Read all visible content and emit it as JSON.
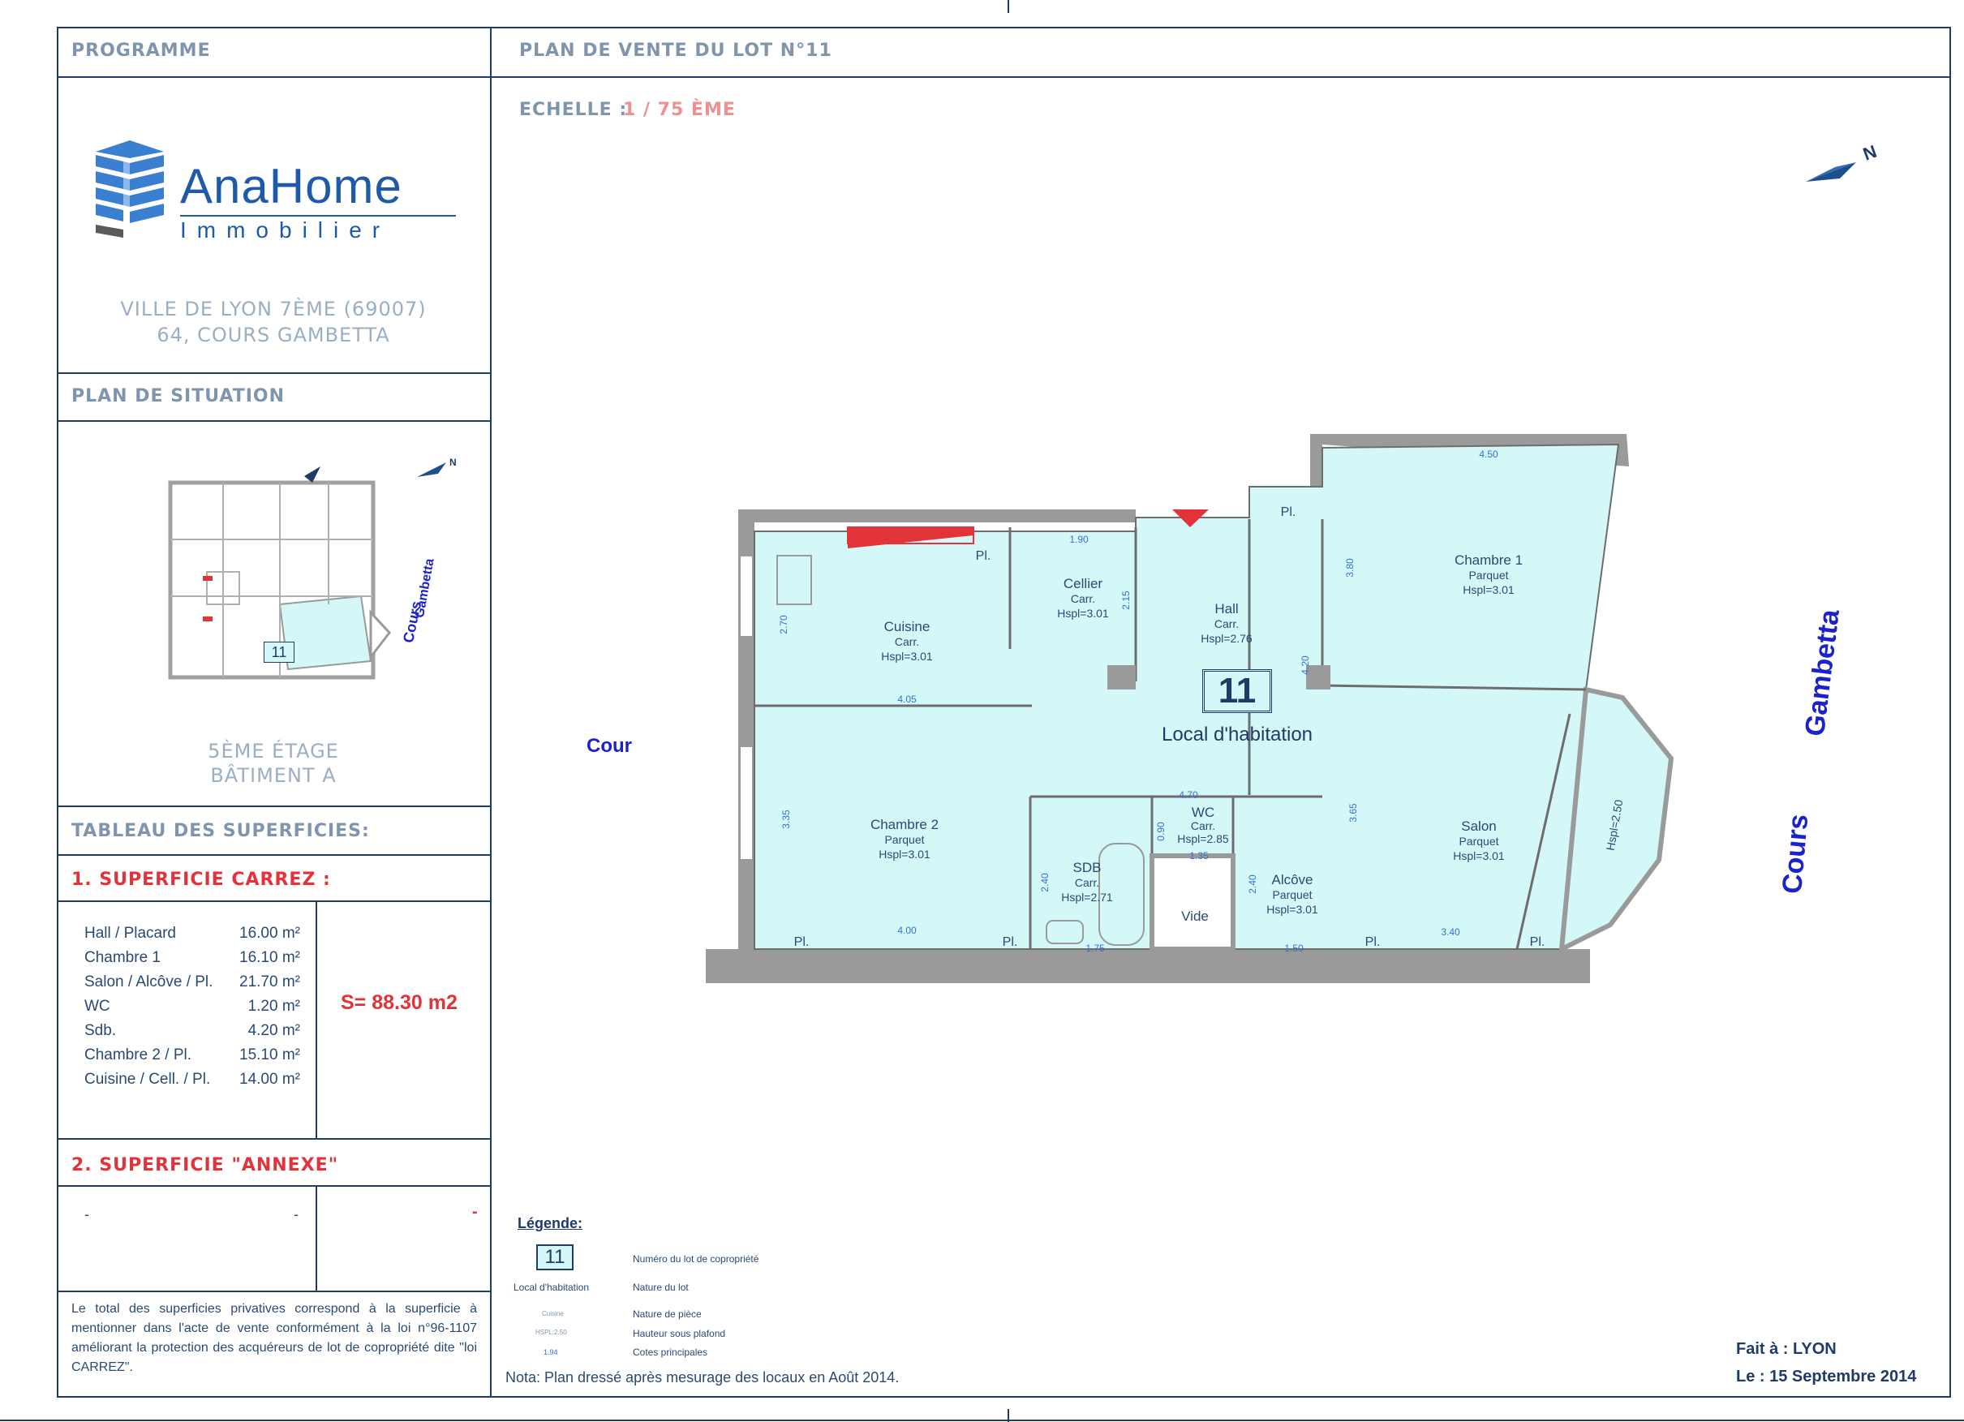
{
  "header": {
    "programme": "PROGRAMME",
    "plan_title": "PLAN DE VENTE DU LOT N°11",
    "echelle_label": "ECHELLE :",
    "echelle_value": "1 / 75 ÈME"
  },
  "logo": {
    "brand": "AnaHome",
    "sub": "Immobilier"
  },
  "address": {
    "line1": "VILLE DE LYON 7ÈME (69007)",
    "line2": "64, COURS GAMBETTA"
  },
  "situation": {
    "title": "PLAN DE SITUATION",
    "floor": "5ÈME ÉTAGE",
    "building": "BÂTIMENT A",
    "lot": "11",
    "street1": "Cours",
    "street2": "Gambetta"
  },
  "tableau": {
    "title": "TABLEAU DES SUPERFICIES:"
  },
  "carrez": {
    "title": "1. SUPERFICIE CARREZ :",
    "rows": [
      {
        "label": "Hall / Placard",
        "value": "16.00 m²"
      },
      {
        "label": "Chambre 1",
        "value": "16.10 m²"
      },
      {
        "label": "Salon / Alcôve / Pl.",
        "value": "21.70 m²"
      },
      {
        "label": "WC",
        "value": "1.20 m²"
      },
      {
        "label": "Sdb.",
        "value": "4.20 m²"
      },
      {
        "label": "Chambre 2 / Pl.",
        "value": "15.10 m²"
      },
      {
        "label": "Cuisine / Cell. / Pl.",
        "value": "14.00 m²"
      }
    ],
    "total": "S= 88.30 m2"
  },
  "annexe": {
    "title": "2. SUPERFICIE \"ANNEXE\"",
    "dash1": "-",
    "dash2": "-",
    "dash3": "-"
  },
  "footnote": "Le total des superficies privatives correspond à la superficie à mentionner dans l'acte de vente conformément à la loi n°96-1107 améliorant la protection des acquéreurs de lot de copropriété dite \"loi CARREZ\".",
  "plan": {
    "cour": "Cour",
    "street_cours": "Cours",
    "street_gambetta": "Gambetta",
    "lot_number": "11",
    "lot_nature": "Local d'habitation",
    "rooms": {
      "cuisine": {
        "name": "Cuisine",
        "floor": "Carr.",
        "h": "Hspl=3.01"
      },
      "cellier": {
        "name": "Cellier",
        "floor": "Carr.",
        "h": "Hspl=3.01"
      },
      "hall": {
        "name": "Hall",
        "floor": "Carr.",
        "h": "Hspl=2.76"
      },
      "chambre1": {
        "name": "Chambre 1",
        "floor": "Parquet",
        "h": "Hspl=3.01"
      },
      "chambre2": {
        "name": "Chambre 2",
        "floor": "Parquet",
        "h": "Hspl=3.01"
      },
      "wc": {
        "name": "WC",
        "floor": "Carr.",
        "h": "Hspl=2.85"
      },
      "sdb": {
        "name": "SDB",
        "floor": "Carr.",
        "h": "Hspl=2.71"
      },
      "alcove": {
        "name": "Alcôve",
        "floor": "Parquet",
        "h": "Hspl=3.01"
      },
      "salon": {
        "name": "Salon",
        "floor": "Parquet",
        "h": "Hspl=3.01"
      },
      "vide": {
        "name": "Vide"
      },
      "bow": {
        "h": "Hspl=2.50"
      }
    },
    "pl": "Pl.",
    "dims": {
      "d450": "4.50",
      "d190": "1.90",
      "d380": "3.80",
      "d215": "2.15",
      "d270": "2.70",
      "d420": "4.20",
      "d405": "4.05",
      "d335": "3.35",
      "d470": "4.70",
      "d365": "3.65",
      "d090": "0.90",
      "d135": "1.35",
      "d240a": "2.40",
      "d240b": "2.40",
      "d400": "4.00",
      "d175": "1.75",
      "d150": "1.50",
      "d340": "3.40"
    }
  },
  "legend": {
    "title": "Légende:",
    "lot_sample": "11",
    "lot_sample_desc": "Numéro du lot de copropriété",
    "nature_sample": "Local d'habitation",
    "nature_desc": "Nature du lot",
    "piece_sample": "Cuisine",
    "piece_desc": "Nature de pièce",
    "hspl_sample": "HSPL:2.50",
    "hspl_desc": "Hauteur sous plafond",
    "cote_sample": "1.94",
    "cote_desc": "Cotes principales"
  },
  "nota": "Nota: Plan dressé après mesurage des locaux en Août 2014.",
  "fait": {
    "place": "Fait à : LYON",
    "date": "Le : 15 Septembre 2014"
  },
  "colors": {
    "frame": "#1f3b66",
    "room_fill": "#d4f7f8",
    "wall": "#9a9a9a",
    "accent_red": "#e2323a",
    "blue_text": "#1a22c9"
  }
}
